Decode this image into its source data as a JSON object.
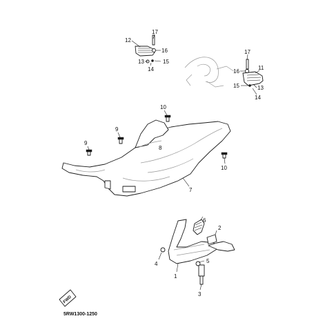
{
  "diagram": {
    "catalog_code": "5RW1300-1250",
    "forward_badge": "FWD",
    "callouts": {
      "n1": "1",
      "n2": "2",
      "n3": "3",
      "n4": "4",
      "n5": "5",
      "n6": "6",
      "n7": "7",
      "n8": "8",
      "n9": "9",
      "n10": "10",
      "n11": "11",
      "n12": "12",
      "n13": "13",
      "n14": "14",
      "n15": "15",
      "n16": "16",
      "n17": "17"
    }
  }
}
